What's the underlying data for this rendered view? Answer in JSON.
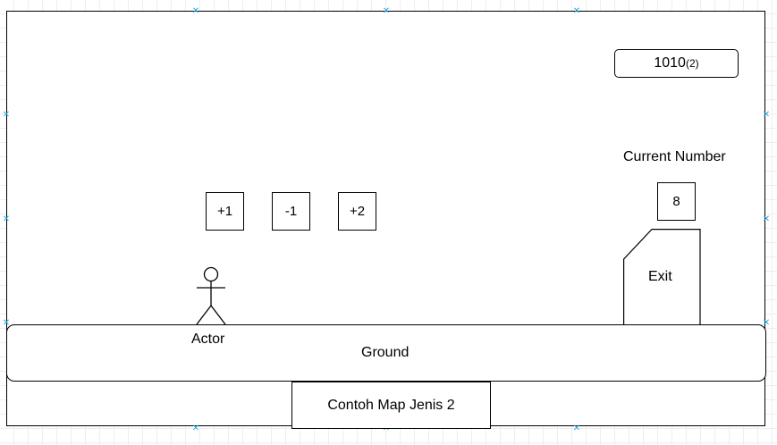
{
  "binary_display": {
    "value": "1010",
    "base": "(2)"
  },
  "current_number": {
    "label": "Current Number",
    "value": "8"
  },
  "operation_blocks": [
    {
      "label": "+1"
    },
    {
      "label": "-1"
    },
    {
      "label": "+2"
    }
  ],
  "actor": {
    "label": "Actor"
  },
  "exit": {
    "label": "Exit"
  },
  "ground": {
    "label": "Ground"
  },
  "map_title": {
    "label": "Contoh Map Jenis 2"
  },
  "colors": {
    "stroke": "#000000",
    "selection_handle": "#2aa8e0",
    "grid": "#eeeeee"
  },
  "icons": {
    "selection_handle": "x-mark-icon",
    "actor": "stick-figure-icon"
  }
}
